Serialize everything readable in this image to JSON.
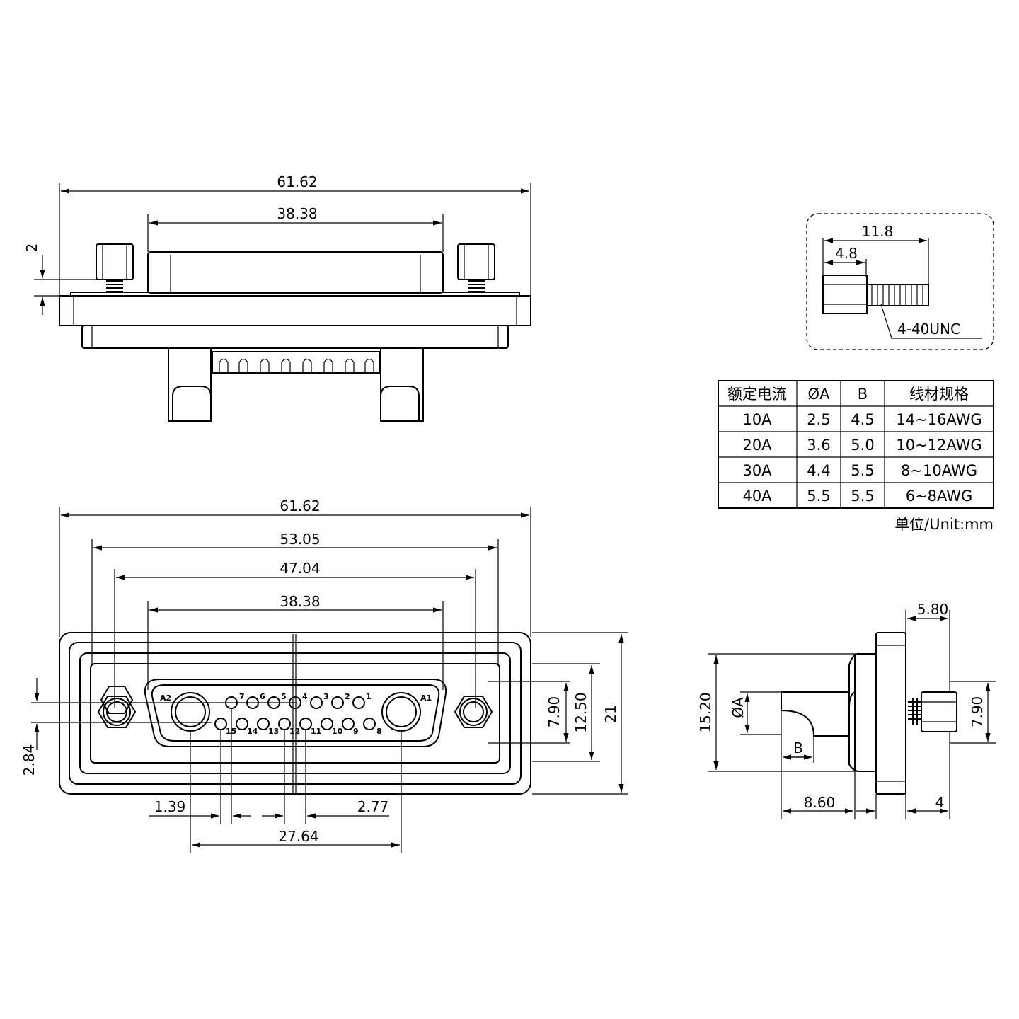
{
  "top_view": {
    "width_total": "61.62",
    "width_shell": "38.38",
    "height_step": "2"
  },
  "screw_detail": {
    "length_total": "11.8",
    "length_head": "4.8",
    "thread": "4-40UNC"
  },
  "spec_table": {
    "headers": [
      "额定电流",
      "ØA",
      "B",
      "线材规格"
    ],
    "rows": [
      [
        "10A",
        "2.5",
        "4.5",
        "14~16AWG"
      ],
      [
        "20A",
        "3.6",
        "5.0",
        "10~12AWG"
      ],
      [
        "30A",
        "4.4",
        "5.5",
        "8~10AWG"
      ],
      [
        "40A",
        "5.5",
        "5.5",
        "6~8AWG"
      ]
    ],
    "unit": "单位/Unit:mm"
  },
  "front_view": {
    "dim_61": "61.62",
    "dim_53": "53.05",
    "dim_47": "47.04",
    "dim_38": "38.38",
    "dim_790": "7.90",
    "dim_1250": "12.50",
    "dim_21": "21",
    "dim_284": "2.84",
    "dim_139": "1.39",
    "dim_277": "2.77",
    "dim_2764": "27.64",
    "pins_top": [
      "7",
      "6",
      "5",
      "4",
      "3",
      "2",
      "1"
    ],
    "pins_bottom": [
      "15",
      "14",
      "13",
      "12",
      "11",
      "10",
      "9",
      "8"
    ],
    "power_left": "A2",
    "power_right": "A1"
  },
  "side_view": {
    "dim_580": "5.80",
    "dim_1520": "15.20",
    "dim_phiA": "ØA",
    "dim_790": "7.90",
    "dim_B": "B",
    "dim_860": "8.60",
    "dim_4": "4"
  }
}
